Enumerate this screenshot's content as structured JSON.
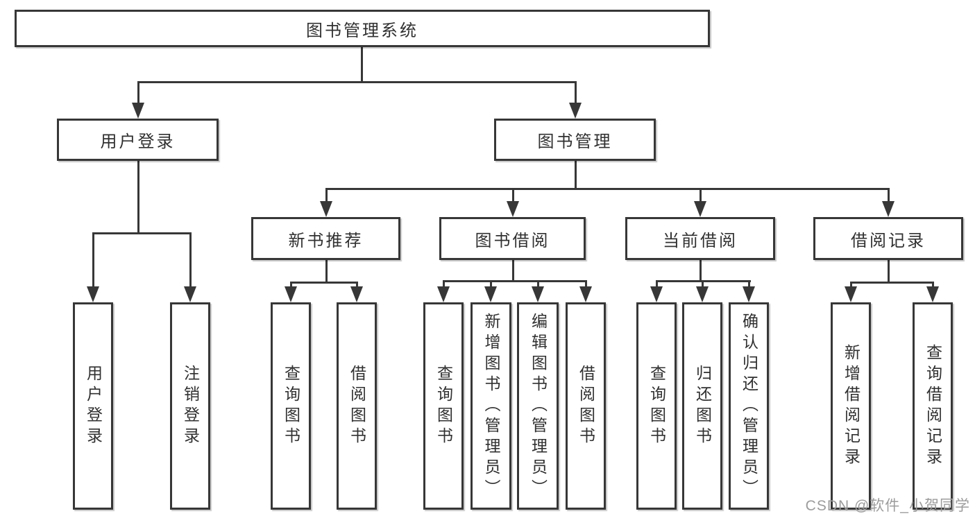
{
  "tree": {
    "root": {
      "label": "图书管理系统"
    },
    "level2": [
      {
        "label": "用户登录"
      },
      {
        "label": "图书管理"
      }
    ],
    "level3": [
      {
        "label": "新书推荐"
      },
      {
        "label": "图书借阅"
      },
      {
        "label": "当前借阅"
      },
      {
        "label": "借阅记录"
      }
    ],
    "leaves": {
      "user_login": [
        {
          "label": "用户登录"
        },
        {
          "label": "注销登录"
        }
      ],
      "new_books": [
        {
          "label": "查询图书"
        },
        {
          "label": "借阅图书"
        }
      ],
      "book_borrow": [
        {
          "label": "查询图书"
        },
        {
          "label": "新增图书（管理员）"
        },
        {
          "label": "编辑图书（管理员）"
        },
        {
          "label": "借阅图书"
        }
      ],
      "current_borrow": [
        {
          "label": "查询图书"
        },
        {
          "label": "归还图书"
        },
        {
          "label": "确认归还（管理员）"
        }
      ],
      "borrow_records": [
        {
          "label": "新增借阅记录"
        },
        {
          "label": "查询借阅记录"
        }
      ]
    }
  },
  "watermark": "CSDN @软件_小贺同学",
  "colors": {
    "line": "#373737",
    "border": "#373737",
    "text": "#303030",
    "watermark": "#9c9c9c",
    "background": "#ffffff"
  }
}
